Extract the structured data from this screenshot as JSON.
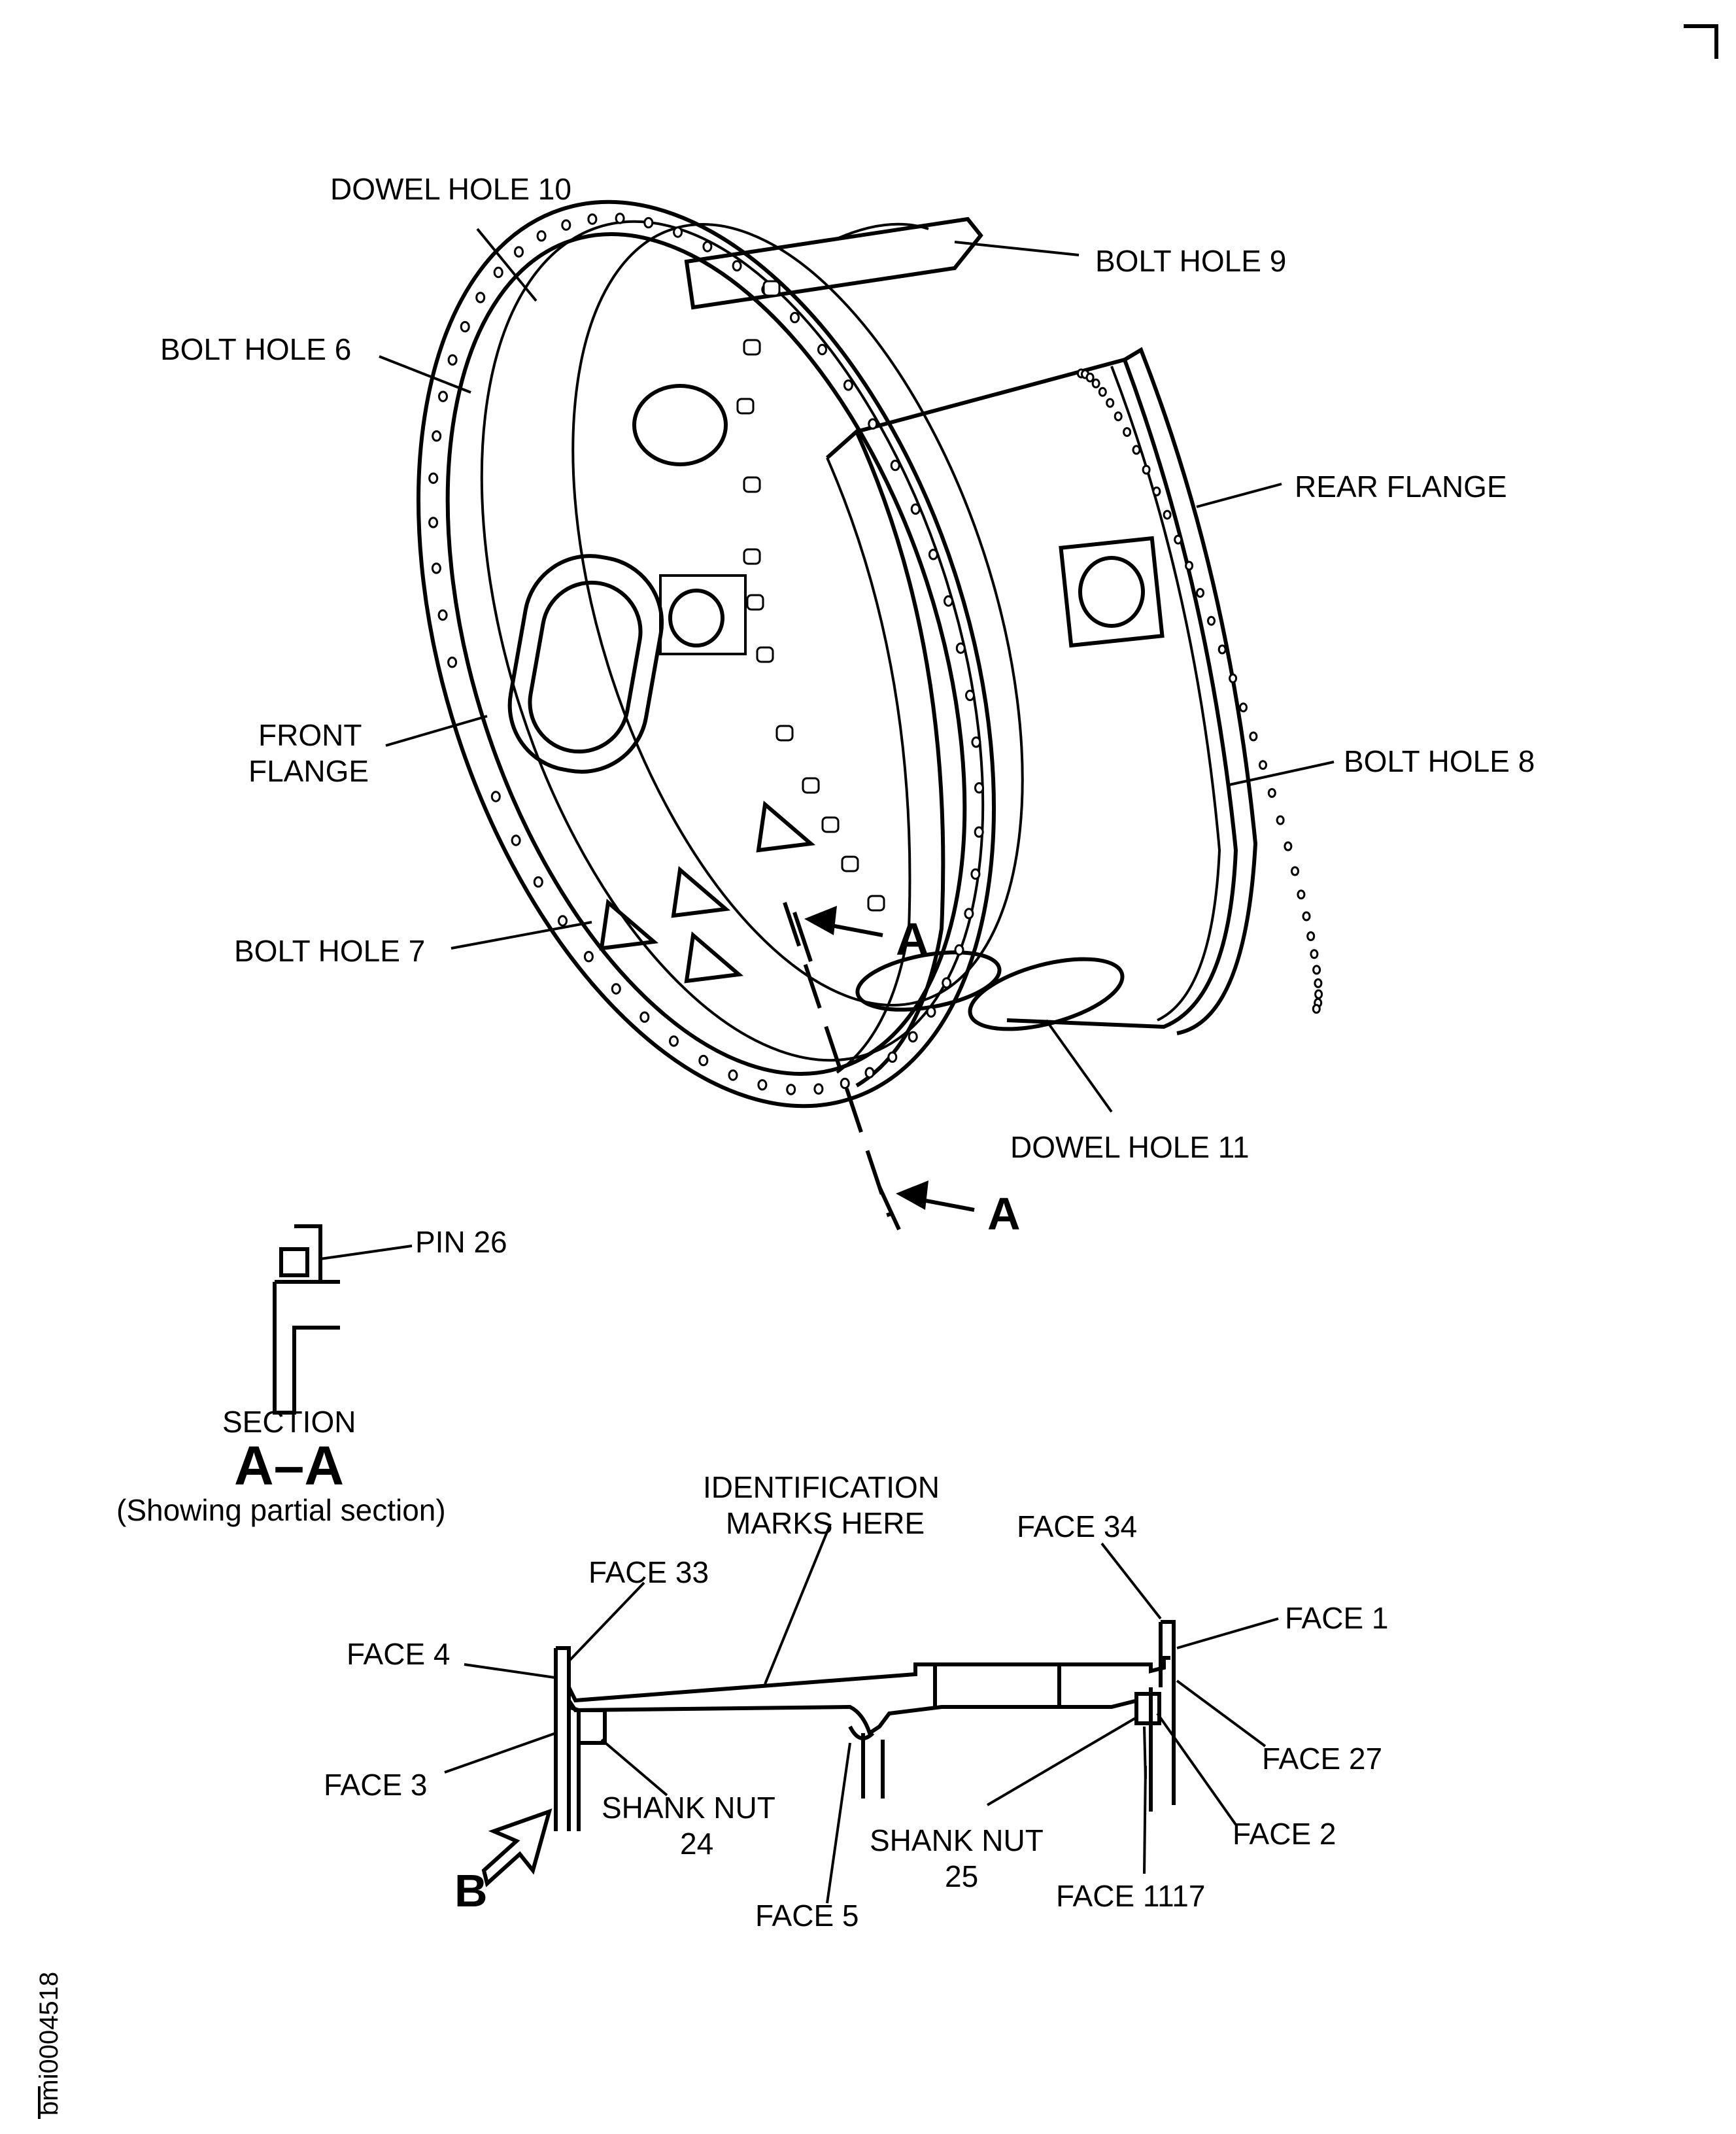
{
  "labels": {
    "dowel_hole_10": "DOWEL HOLE 10",
    "bolt_hole_9": "BOLT HOLE 9",
    "bolt_hole_6": "BOLT HOLE 6",
    "rear_flange": "REAR FLANGE",
    "front_flange_1": "FRONT",
    "front_flange_2": "FLANGE",
    "bolt_hole_8": "BOLT HOLE 8",
    "bolt_hole_7": "BOLT HOLE 7",
    "dowel_hole_11": "DOWEL HOLE 11",
    "section_marker_a": "A",
    "pin_26": "PIN 26",
    "section_word": "SECTION",
    "section_id": "A–A",
    "section_note": "(Showing partial section)",
    "ident_1": "IDENTIFICATION",
    "ident_2": "MARKS HERE",
    "face_34": "FACE 34",
    "face_33": "FACE 33",
    "face_1": "FACE 1",
    "face_4": "FACE 4",
    "face_27": "FACE 27",
    "face_3": "FACE 3",
    "shank_nut_24_a": "SHANK NUT",
    "shank_nut_24_b": "24",
    "shank_nut_25_a": "SHANK NUT",
    "shank_nut_25_b": "25",
    "face_2": "FACE 2",
    "view_b": "B",
    "face_5": "FACE 5",
    "face_1117": "FACE 1117",
    "drawing_id": "bmi0004518"
  },
  "colors": {
    "ink": "#000000",
    "paper": "#ffffff"
  }
}
